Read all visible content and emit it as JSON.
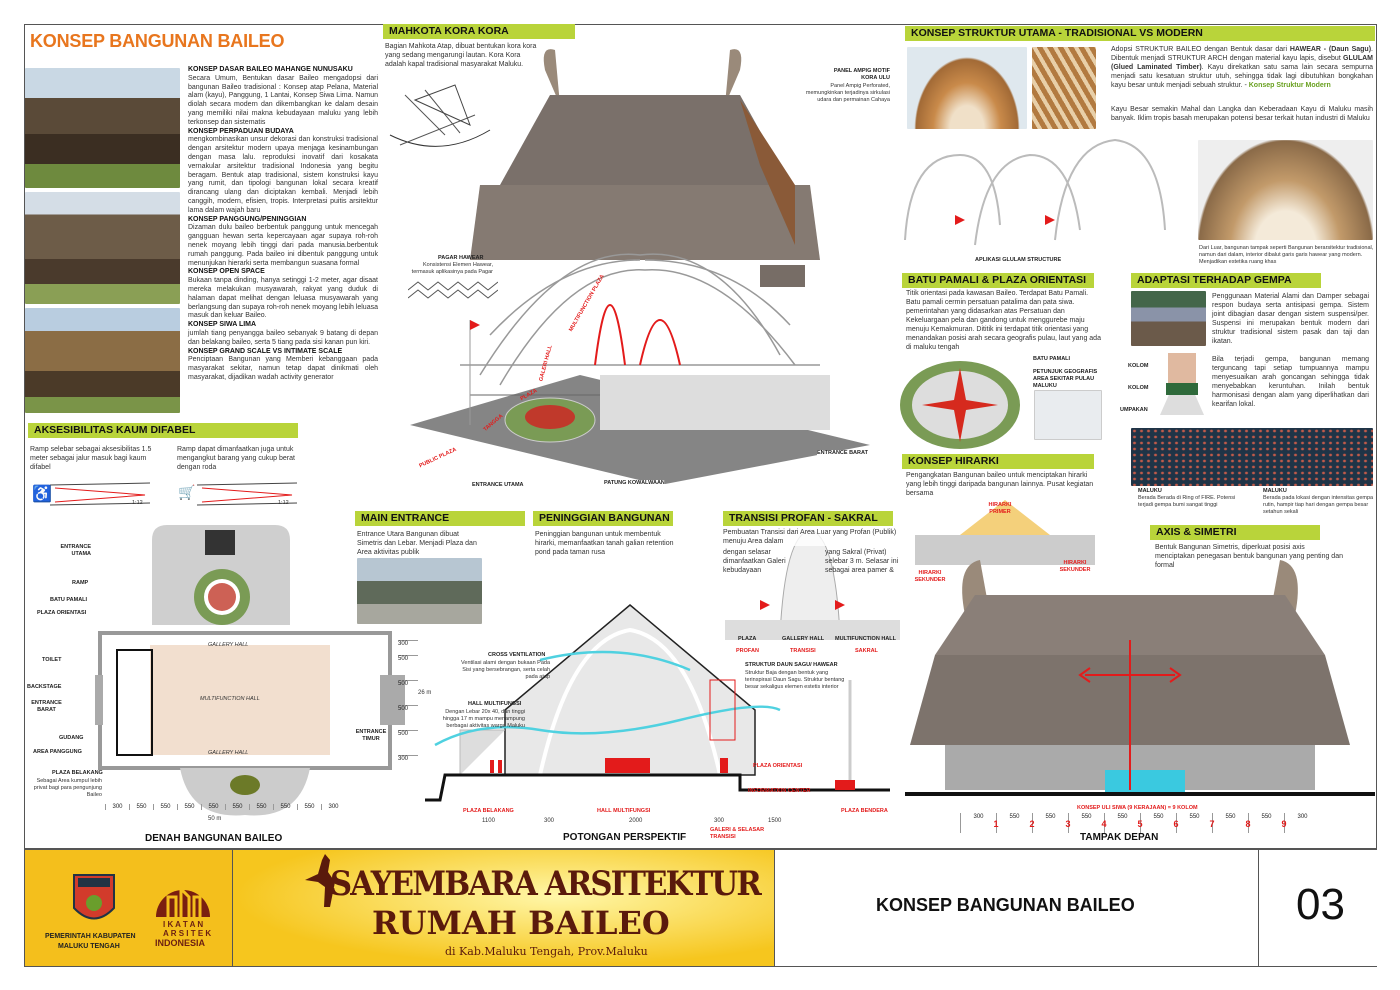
{
  "title": "KONSEP BANGUNAN BAILEO",
  "colors": {
    "accent_orange": "#e8761e",
    "header_green": "#b9d43a",
    "annotation_red": "#e31b1b",
    "footer_yellow": "#f7c21b",
    "brand_maroon": "#6b1f12"
  },
  "concepts": [
    {
      "heading": "KONSEP DASAR BAILEO MAHANGE NUNUSAKU",
      "body": "Secara Umum, Bentukan dasar Baileo mengadopsi dari bangunan Baileo tradisional : Konsep atap Pelana, Material alam (kayu), Panggung, 1 Lantai, Konsep Siwa Lima. Namun diolah secara modern dan dikembangkan ke dalam desain yang memiliki nilai makna kebudayaan maluku yang lebih terkonsep dan sistematis"
    },
    {
      "heading": "KONSEP PERPADUAN BUDAYA",
      "body": "mengkombinasikan unsur dekorasi dan konstruksi tradisional dengan arsitektur modern upaya menjaga kesinambungan dengan masa lalu. reproduksi inovatif dari kosakata vernakular arsitektur tradisional Indonesia yang begitu beragam. Bentuk atap tradisional, sistem konstruksi kayu yang rumit, dan tipologi bangunan lokal secara kreatif dirancang ulang dan diciptakan kembali. Menjadi lebih canggih, modern, efisien, tropis. Interpretasi puitis arsitektur lama dalam wajah baru"
    },
    {
      "heading": "KONSEP PANGGUNG/PENINGGIAN",
      "body": "Dizaman dulu baileo berbentuk panggung untuk mencegah gangguan hewan serta kepercayaan agar supaya roh-roh nenek moyang lebih tinggi dari pada manusia.berbentuk rumah panggung. Pada baileo ini dibentuk panggung untuk menunjukan hierarki serta membangun suasana formal"
    },
    {
      "heading": "KONSEP OPEN SPACE",
      "body": "Bukaan tanpa dinding, hanya setinggi 1-2 meter, agar disaat mereka melakukan musyawarah, rakyat yang duduk di halaman dapat melihat dengan leluasa musyawarah yang berlangsung dan supaya roh-roh nenek moyang lebih leluasa masuk dan keluar Baileo."
    },
    {
      "heading": "KONSEP SIWA LIMA",
      "body": "jumlah tiang penyangga baileo sebanyak 9 batang di depan dan belakang baileo, serta 5 tiang pada sisi kanan pun kiri."
    },
    {
      "heading": "KONSEP GRAND SCALE VS INTIMATE SCALE",
      "body": "Penciptaan Bangunan yang Memberi kebanggaan pada masyarakat sekitar, namun tetap dapat dinikmati oleh masyarakat, dijadikan wadah activity generator"
    }
  ],
  "mahkota": {
    "heading": "MAHKOTA KORA KORA",
    "body": "Bagian Mahkota Atap, dibuat bentukan kora kora yang sedang mengarungi lautan. Kora Kora adalah kapal tradisional masyarakat Maluku."
  },
  "axo_labels": {
    "panel_title": "PANEL AMPIG MOTIF KORA ULU",
    "panel_body": "Panel Ampig Perforated, memungkinkan terjadinya sirkulasi udara dan permainan Cahaya",
    "pagar_title": "PAGAR HAWEAR",
    "pagar_body": "Konsistensi Elemen Hawear, termasuk aplikasinya pada Pagar",
    "entrance_barat": "ENTRANCE BARAT",
    "entrance_utama": "ENTRANCE UTAMA",
    "patung": "PATUNG KOWALWAAN",
    "public_plaza": "PUBLIC PLAZA",
    "galeri_hall": "GALERI HALL",
    "multifunction_plaza": "MULTIFUNCTION PLAZA",
    "tangga": "TANGGA",
    "plaza": "PLAZA"
  },
  "struktur": {
    "heading": "KONSEP STRUKTUR UTAMA - TRADISIONAL VS MODERN",
    "p1_a": "Adopsi STRUKTUR BAILEO dengan Bentuk dasar dari ",
    "p1_b": "HAWEAR - (Daun Sagu)",
    "p1_c": ". Dibentuk menjadi STRUKTUR ARCH dengan material kayu lapis, disebut ",
    "p1_d": "GLULAM (Glued Laminated Timber)",
    "p1_e": ". Kayu direkatkan satu sama lain secara sempurna menjadi satu kesatuan struktur utuh, sehingga tidak lagi dibutuhkan bongkahan kayu besar untuk menjadi sebuah struktur. - ",
    "p1_f": "Konsep Struktur Modern",
    "p2": "Kayu Besar semakin Mahal dan Langka dan Keberadaan Kayu di Maluku masih banyak. Iklim tropis basah merupakan potensi besar terkait hutan industri di Maluku",
    "glulam_caption": "APLIKASI GLULAM STRUCTURE",
    "interior_caption": "Dari Luar, bangunan tampak seperti Bangunan berarsitektur tradisional, namun dari dalam, interior dibalut garis garis hawear yang modern. Menjadikan estetika ruang khas"
  },
  "batu": {
    "heading": "BATU PAMALI & PLAZA ORIENTASI",
    "body": "Titik orientasi pada kawasan Baileo. Terdapat Batu Pamali. Batu pamali cermin persatuan patalima dan pata siwa. pemerintahan yang didasarkan atas Persatuan dan Kekeluargaan pela dan gandong untuk menggurebe maju menuju Kemakmuran. Dititik ini terdapat titik orientasi yang menandakan posisi arah secara geografis pulau, laut yang ada di maluku tengah",
    "label_batu": "BATU PAMALI",
    "label_petunjuk": "PETUNJUK GEOGRAFIS AREA SEKITAR PULAU MALUKU"
  },
  "gempa": {
    "heading": "ADAPTASI TERHADAP GEMPA",
    "p1": "Penggunaan Material Alami dan Damper sebagai respon budaya serta antisipasi gempa. Sistem joint dibagian dasar dengan sistem suspensi/per. Suspensi ini merupakan bentuk modern dari struktur tradisional sistem pasak dan taji dan ikatan.",
    "p2": "Bila terjadi gempa, bangunan memang terguncang tapi setiap tumpuannya mampu menyesuaikan arah goncangan sehingga tidak menyebabkan keruntuhan. Inilah bentuk harmonisasi dengan alam yang diperlihatkan dari kearifan lokal.",
    "kolom1": "KOLOM",
    "kolom2": "KOLOM",
    "umpakan": "UMPAKAN",
    "map1_title": "MALUKU",
    "map1_body": "Berada Berada di Ring of FIRE. Potensi terjadi gempa bumi sangat tinggi",
    "map2_title": "MALUKU",
    "map2_body": "Berada pada lokasi dengan intensitas gempa rutin, hampir tiap hari dengan gempa besar setahun sekali"
  },
  "hirarki": {
    "heading": "KONSEP HIRARKI",
    "body": "Pengangkatan Bangunan baileo untuk menciptakan hirarki yang lebih tinggi daripada bangunan lainnya. Pusat kegiatan bersama",
    "primer": "HIRARKI PRIMER",
    "sekunder1": "HIRARKI SEKUNDER",
    "sekunder2": "HIRARKI SEKUNDER"
  },
  "axis": {
    "heading": "AXIS & SIMETRI",
    "body": "Bentuk Bangunan Simetris, diperkuat posisi axis menciptakan penegasan bentuk bangunan yang penting dan formal"
  },
  "difabel": {
    "heading": "AKSESIBILITAS KAUM DIFABEL",
    "p1": "Ramp selebar sebagai aksesibilitas 1.5 meter sebagai jalur masuk bagi kaum difabel",
    "p2": "Ramp dapat dimanfaatkan juga untuk mengangkut barang yang cukup berat dengan roda",
    "ratio1": "1:12",
    "ratio2": "1:12"
  },
  "main_entrance": {
    "heading": "MAIN ENTRANCE",
    "body": "Entrance Utara Bangunan dibuat Simetris dan Lebar. Menjadi Plaza dan Area aktivitas publik"
  },
  "peninggian": {
    "heading": "PENINGGIAN BANGUNAN",
    "body": "Peninggian bangunan untuk membentuk hirarki, memanfaatkan tanah galian retention pond pada taman rusa"
  },
  "transisi": {
    "heading": "TRANSISI PROFAN - SAKRAL",
    "body1": "Pembuatan Transisi dari Area Luar yang Profan (Publik) menuju Area dalam",
    "body2": "yang Sakral (Privat) selebar 3 m. Selasar ini sebagai area pamer &",
    "body3": "dengan selasar dimanfaatkan Galeri kebudayaan",
    "plaza": "PLAZA",
    "gallery": "GALLERY HALL",
    "mf": "MULTIFUNCTION HALL",
    "profan": "PROFAN",
    "trans": "TRANSISI",
    "sakral": "SAKRAL"
  },
  "plan": {
    "caption": "DENAH BANGUNAN BAILEO",
    "labels": {
      "entrance_utama": "ENTRANCE UTAMA",
      "ramp": "RAMP",
      "batu_pamali": "BATU PAMALI",
      "plaza_orientasi": "PLAZA ORIENTASI",
      "toilet": "TOILET",
      "backstage": "BACKSTAGE",
      "entrance_barat": "ENTRANCE BARAT",
      "gudang": "GUDANG",
      "area_panggung": "AREA PANGGUNG",
      "plaza_belakang": "PLAZA BELAKANG",
      "plaza_belakang_desc": "Sebagai Area kumpul lebih privat bagi para pengunjung Baileo",
      "gallery_top": "GALLERY HALL",
      "gallery_bottom": "GALLERY HALL",
      "multifunction": "MULTIFUNCTION HALL",
      "entrance_timur": "ENTRANCE TIMUR",
      "width_total": "50 m",
      "depth_total": "26 m"
    },
    "dims_x": [
      "300",
      "550",
      "550",
      "550",
      "550",
      "550",
      "550",
      "550",
      "550",
      "300"
    ],
    "dims_y": [
      "300",
      "500",
      "500",
      "500",
      "500",
      "300"
    ]
  },
  "section": {
    "caption": "POTONGAN PERSPEKTIF",
    "cv_title": "CROSS VENTILATION",
    "cv_body": "Ventilasi alami dengan bukaan Pada Sisi yang bersebrangan, serta celah pada atap",
    "hm_title": "HALL MULTIFUNGSI",
    "hm_body": "Dengan Lebar 20x 40, dan tinggi hingga 17 m mampu menampung berbagai aktivitas warga Maluku",
    "sd_title": "STRUKTUR DAUN SAGU/ HAWEAR",
    "sd_body": "Struktur Baja dengan bentuk yang terinspirasi Daun Sagu. Struktur bentang besar sekaligus elemen estetis interior",
    "plaza_orientasi": "PLAZA ORIENTASI",
    "info_center": "INFORMATION CENTER",
    "zones": [
      "PLAZA BELAKANG",
      "HALL MULTIFUNGSI",
      "PLAZA BENDERA"
    ],
    "galeri": "GALERI & SELASAR TRANSISI",
    "dims": [
      "1100",
      "300",
      "2000",
      "300",
      "1500"
    ]
  },
  "elevation": {
    "caption": "TAMPAK DEPAN",
    "siwa": "KONSEP ULI SIWA (9 KERAJAAN) = 9  KOLOM",
    "dims": [
      "300",
      "550",
      "550",
      "550",
      "550",
      "550",
      "550",
      "550",
      "550",
      "300"
    ],
    "columns": [
      "1",
      "2",
      "3",
      "4",
      "5",
      "6",
      "7",
      "8",
      "9"
    ]
  },
  "footer": {
    "gov_line1": "PEMERINTAH KABUPATEN",
    "gov_line2": "MALUKU TENGAH",
    "iai_line1": "I K A T A N",
    "iai_line2": "A R S I T E K",
    "iai_line3": "INDONESIA",
    "logo_title1": "SAYEMBARA ARSITEKTUR",
    "logo_title2": "RUMAH BAILEO",
    "logo_sub": "di Kab.Maluku Tengah, Prov.Maluku",
    "sheet_title": "KONSEP BANGUNAN BAILEO",
    "sheet_number": "03"
  }
}
